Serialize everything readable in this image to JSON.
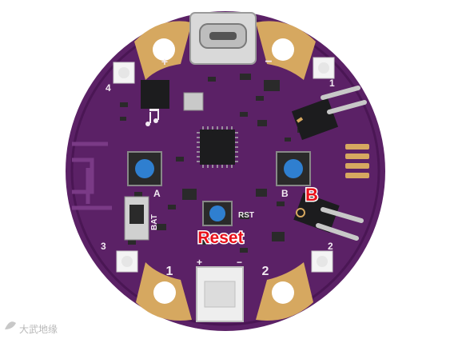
{
  "photo": {
    "colors": {
      "pcb": "#5b2166",
      "pcb_dark": "#4a1654",
      "gold_pad": "#d6a860",
      "button_cap": "#2f7fd0",
      "chip": "#1c1c1e",
      "connector_white": "#eeeeee",
      "label_red": "#e8101a"
    },
    "silkscreen": {
      "pad_plus": "+",
      "pad_minus": "−",
      "pad_1": "1",
      "pad_2": "2",
      "led_4": "4",
      "led_1": "1",
      "led_3": "3",
      "led_2": "2",
      "button_a": "A",
      "button_b": "B",
      "bat": "BAT",
      "rst": "RST",
      "jst_plus": "+",
      "jst_minus": "−"
    },
    "callouts": {
      "b_label": "B",
      "reset_label": "Reset"
    },
    "watermark": "大武地缘",
    "icons": [
      "music-note-icon",
      "usb-c-connector",
      "wifi-antenna-trace"
    ]
  }
}
